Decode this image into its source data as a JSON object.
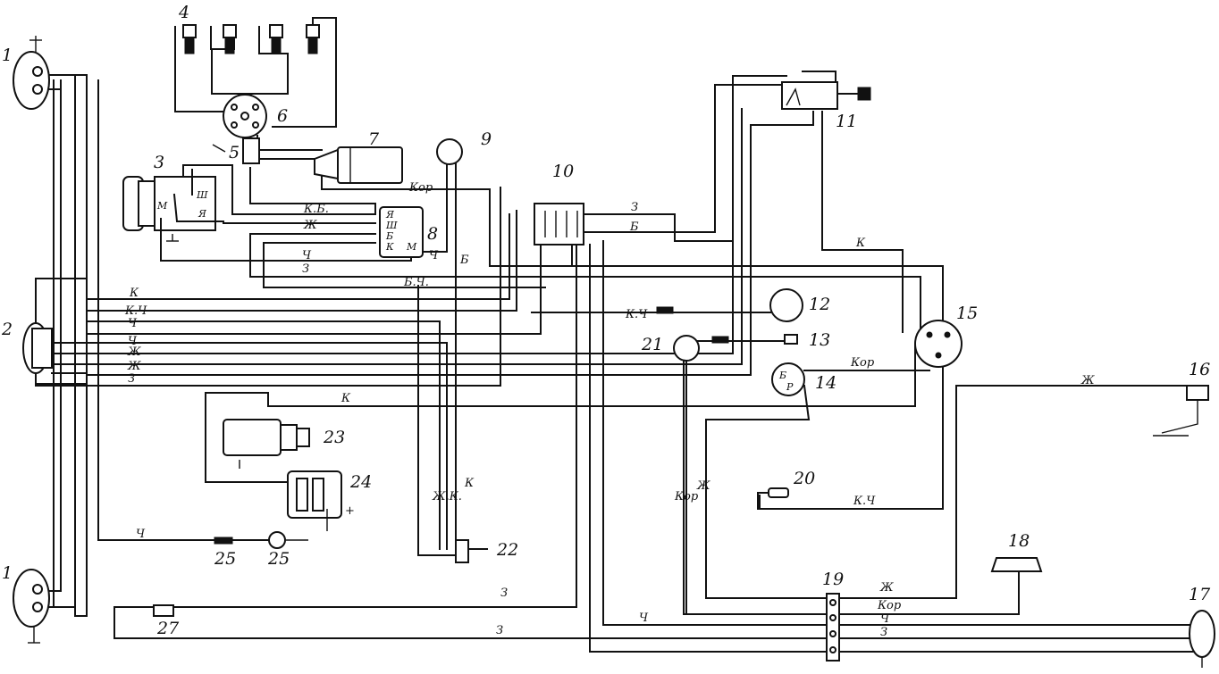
{
  "components": {
    "c1": "1",
    "c2": "2",
    "c3": "3",
    "c4": "4",
    "c5": "5",
    "c6": "6",
    "c7": "7",
    "c8": "8",
    "c9": "9",
    "c10": "10",
    "c11": "11",
    "c12": "12",
    "c13": "13",
    "c14": "14",
    "c15": "15",
    "c16": "16",
    "c17": "17",
    "c18": "18",
    "c19": "19",
    "c20": "20",
    "c21": "21",
    "c22": "22",
    "c23": "23",
    "c24": "24",
    "c25a": "25",
    "c25b": "25",
    "c27": "27"
  },
  "wire_labels": {
    "kor_top": "Кор",
    "kb": "К.Б.",
    "zh8": "Ж",
    "ch8a": "Ч",
    "ch8b": "Ч",
    "z8": "З",
    "b_mid": "Б",
    "bch": "Б.Ч.",
    "z10": "З",
    "b10": "Б",
    "k15": "К",
    "k_harn": "К",
    "kch_harn": "К.Ч",
    "ch_harn": "Ч",
    "ch2_harn": "Ч",
    "zh_harn": "Ж",
    "zh2_harn": "Ж",
    "z_harn": "З",
    "k23": "К",
    "kch12": "К.Ч",
    "kor14": "Кор",
    "zh16": "Ж",
    "zhk": "Ж.К.",
    "k22": "К",
    "kor_v": "Кор",
    "zh_v": "Ж",
    "kch20": "К.Ч",
    "ch25": "Ч",
    "z27": "З",
    "z_bot": "З",
    "ch_bot": "Ч",
    "zh19": "Ж",
    "kor19": "Кор",
    "ch19": "Ч",
    "z19": "З"
  },
  "terminals": {
    "sh3": "Ш",
    "ya3": "Я",
    "m3": "М",
    "ya8": "Я",
    "sh8": "Ш",
    "b8": "Б",
    "k8": "К",
    "m8": "М",
    "b14": "Б",
    "r14": "Р",
    "plus24": "+"
  }
}
